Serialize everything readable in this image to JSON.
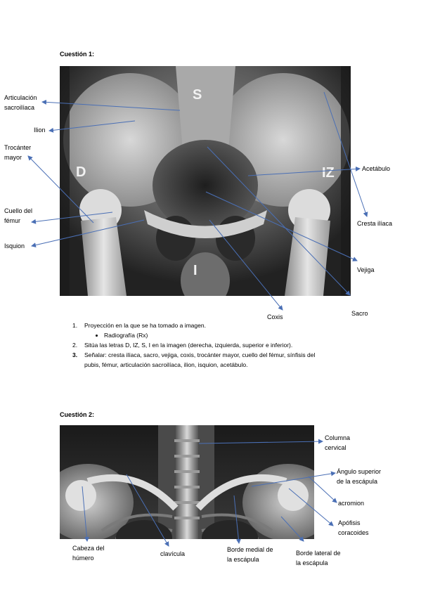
{
  "q1": {
    "heading": "Cuestión 1:",
    "xray_letters": {
      "s": "S",
      "d": "D",
      "iz": "IZ",
      "i": "I"
    },
    "labels": {
      "articulacion_1": "Articulación",
      "articulacion_2": "sacroilíaca",
      "ilion": "Ilion",
      "trocanter_1": "Trocánter",
      "trocanter_2": "mayor",
      "cuello_1": "Cuello del",
      "cuello_2": "fémur",
      "isquion": "Isquion",
      "acetabulo": "Acetábulo",
      "cresta": "Cresta ilíaca",
      "vejiga": "Vejiga",
      "coxis": "Coxis",
      "sacro": "Sacro"
    },
    "questions": [
      {
        "num": "1.",
        "text": "Proyección en la que se ha tomado a imagen."
      },
      {
        "bullet": "Radiografía (Rx)"
      },
      {
        "num": "2.",
        "text": "Sitúa las letras D, IZ, S, I en la imagen (derecha, izquierda, superior e inferior)."
      },
      {
        "num": "3.",
        "text": "Señalar: cresta ilíaca, sacro, vejiga, coxis, trocánter mayor, cuello del fémur, sínfisis del"
      },
      {
        "cont": "pubis, fémur, articulación sacroilíaca, ilion, isquion, acetábulo."
      }
    ]
  },
  "q2": {
    "heading": "Cuestión 2:",
    "labels": {
      "columna_1": "Columna",
      "columna_2": "cervical",
      "angulo_1": "Ángulo superior",
      "angulo_2": "de la escápula",
      "acromion": "acromion",
      "apofisis_1": "Apófisis",
      "apofisis_2": "coracoides",
      "cabeza_1": "Cabeza del",
      "cabeza_2": "húmero",
      "clavicula": "clavícula",
      "borde_medial_1": "Borde medial de",
      "borde_medial_2": "la escápula",
      "borde_lateral_1": "Borde lateral de",
      "borde_lateral_2": "la escápula"
    }
  },
  "colors": {
    "arrow": "#4a6fb5"
  }
}
